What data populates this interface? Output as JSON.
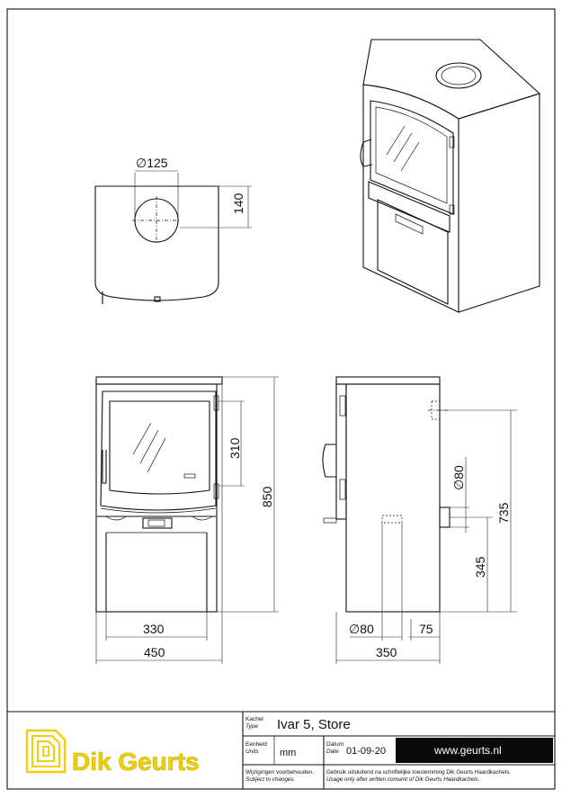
{
  "dimensions": {
    "flue_diameter_top": "∅125",
    "flue_offset": "140",
    "door_height": "310",
    "total_height": "850",
    "inner_width": "330",
    "total_width": "450",
    "air_inlet_diameter": "∅80",
    "flue_rear_height": "735",
    "air_inlet_height": "345",
    "air_inlet_bottom_diameter": "∅80",
    "rear_offset": "75",
    "depth": "350"
  },
  "title_block": {
    "type_label": "Kachel",
    "type_label_en": "Type",
    "product": "Ivar 5, Store",
    "units_label": "Eenheid",
    "units_label_en": "Units",
    "units": "mm",
    "date_label": "Datum",
    "date_label_en": "Date",
    "date": "01-09-20",
    "website": "www.geurts.nl",
    "changes_nl": "Wijzigingen voorbehouden.",
    "changes_en": "Subject to changes.",
    "usage_nl": "Gebruik uitsluitend na schriftelijke toestemming Dik Geurts Haardkachels.",
    "usage_en": "Usage only after written consent of Dik Geurts Haardkachels."
  },
  "logo": {
    "text": "Dik Geurts",
    "color": "#f0d000"
  }
}
